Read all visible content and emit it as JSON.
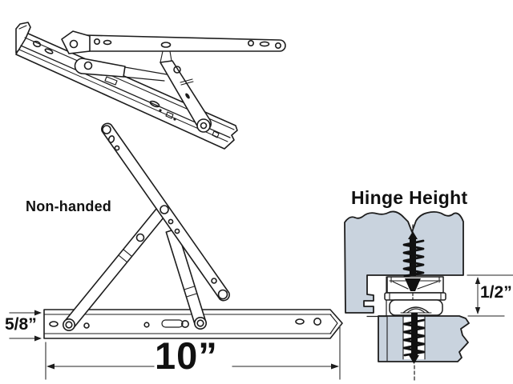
{
  "diagram": {
    "annotations": {
      "non_handed": "Non-handed",
      "track_thickness": "5/8”",
      "track_length": "10”",
      "detail_title": "Hinge Height",
      "hinge_height_value": "1/2”"
    },
    "colors": {
      "background": "#ffffff",
      "line": "#1d1d1d",
      "frame_fill": "#c9d3de",
      "dim_line": "#4d4d4d",
      "screw_fill": "#111111"
    }
  }
}
